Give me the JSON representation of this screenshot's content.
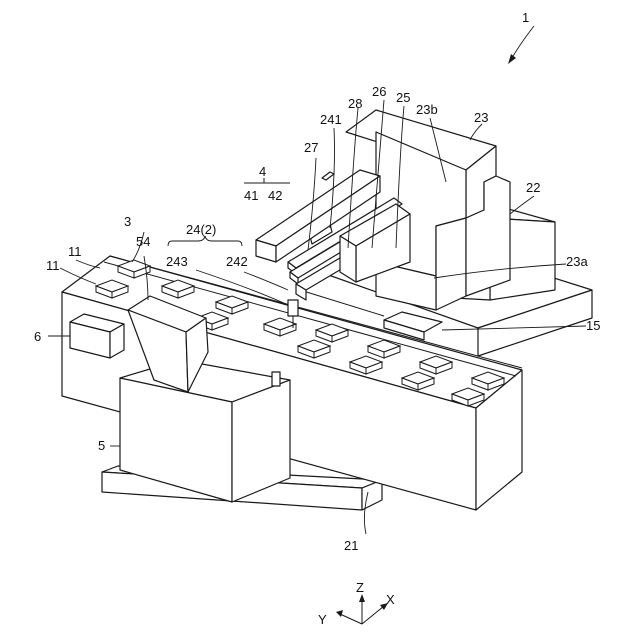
{
  "figure": {
    "ref_numerals": {
      "device": "1",
      "base": "21",
      "column": "22",
      "head_support": "23",
      "head_support_a": "23a",
      "head_support_b": "23b",
      "rail": "15",
      "shuttle": "3",
      "work": "11",
      "work_left": "11",
      "unit_24": "24(2)",
      "unit_241": "241",
      "unit_242": "242",
      "unit_243": "243",
      "unit_25": "25",
      "unit_26": "26",
      "unit_27": "27",
      "unit_28": "28",
      "camera_unit": "4",
      "camera_41": "41",
      "camera_42": "42",
      "stocker": "5",
      "stocker_arm": "54",
      "box_6": "6"
    },
    "axes": {
      "z": "Z",
      "y": "Y",
      "x": "X"
    }
  }
}
